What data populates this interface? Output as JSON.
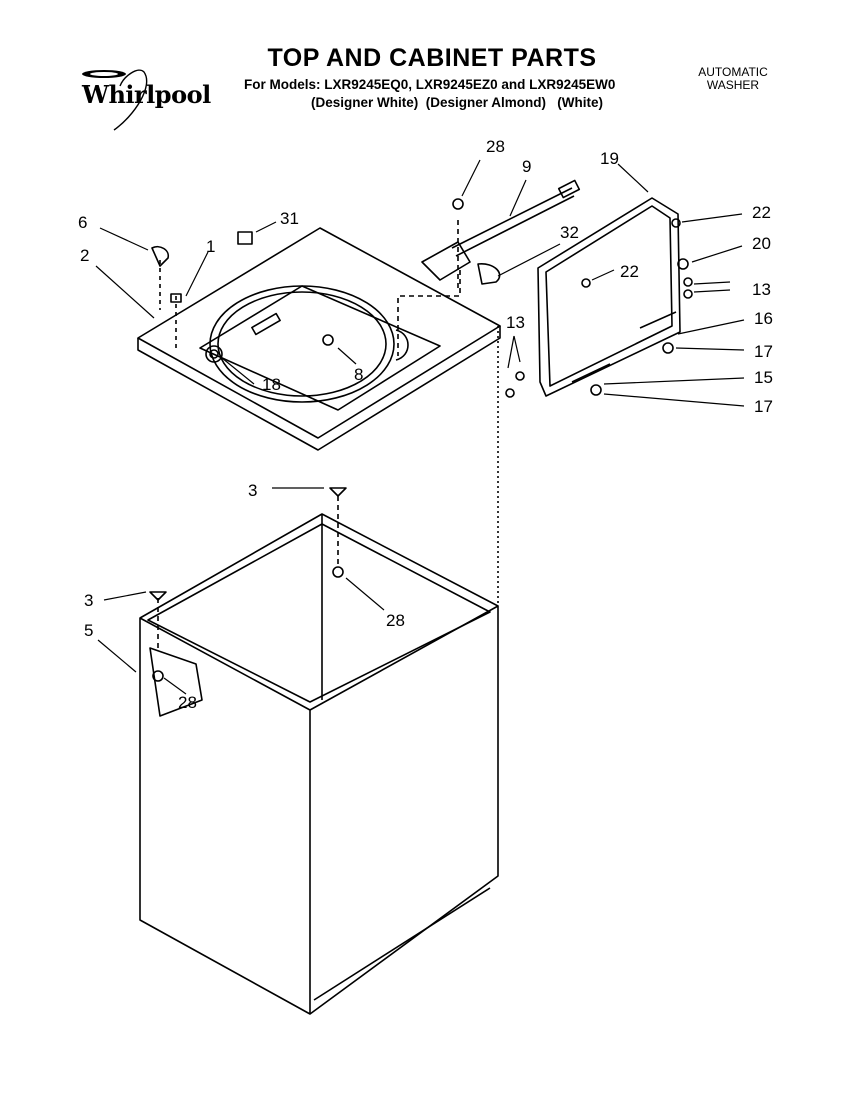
{
  "header": {
    "title": "TOP AND CABINET PARTS",
    "models_line": "For Models: LXR9245EQ0, LXR9245EZ0 and LXR9245EW0",
    "variants_line": "(Designer White)  (Designer Almond)   (White)",
    "product_type_line1": "AUTOMATIC",
    "product_type_line2": "WASHER",
    "brand": "Whirlpool"
  },
  "callouts": [
    {
      "id": "c-28-top",
      "label": "28"
    },
    {
      "id": "c-9",
      "label": "9"
    },
    {
      "id": "c-19",
      "label": "19"
    },
    {
      "id": "c-6",
      "label": "6"
    },
    {
      "id": "c-31",
      "label": "31"
    },
    {
      "id": "c-32",
      "label": "32"
    },
    {
      "id": "c-22-a",
      "label": "22"
    },
    {
      "id": "c-2",
      "label": "2"
    },
    {
      "id": "c-1",
      "label": "1"
    },
    {
      "id": "c-20",
      "label": "20"
    },
    {
      "id": "c-22-b",
      "label": "22"
    },
    {
      "id": "c-13-r",
      "label": "13"
    },
    {
      "id": "c-16",
      "label": "16"
    },
    {
      "id": "c-13-l",
      "label": "13"
    },
    {
      "id": "c-17-a",
      "label": "17"
    },
    {
      "id": "c-8",
      "label": "8"
    },
    {
      "id": "c-18",
      "label": "18"
    },
    {
      "id": "c-15",
      "label": "15"
    },
    {
      "id": "c-17-b",
      "label": "17"
    },
    {
      "id": "c-3-a",
      "label": "3"
    },
    {
      "id": "c-3-b",
      "label": "3"
    },
    {
      "id": "c-28-mid",
      "label": "28"
    },
    {
      "id": "c-5",
      "label": "5"
    },
    {
      "id": "c-28-low",
      "label": "28"
    }
  ]
}
